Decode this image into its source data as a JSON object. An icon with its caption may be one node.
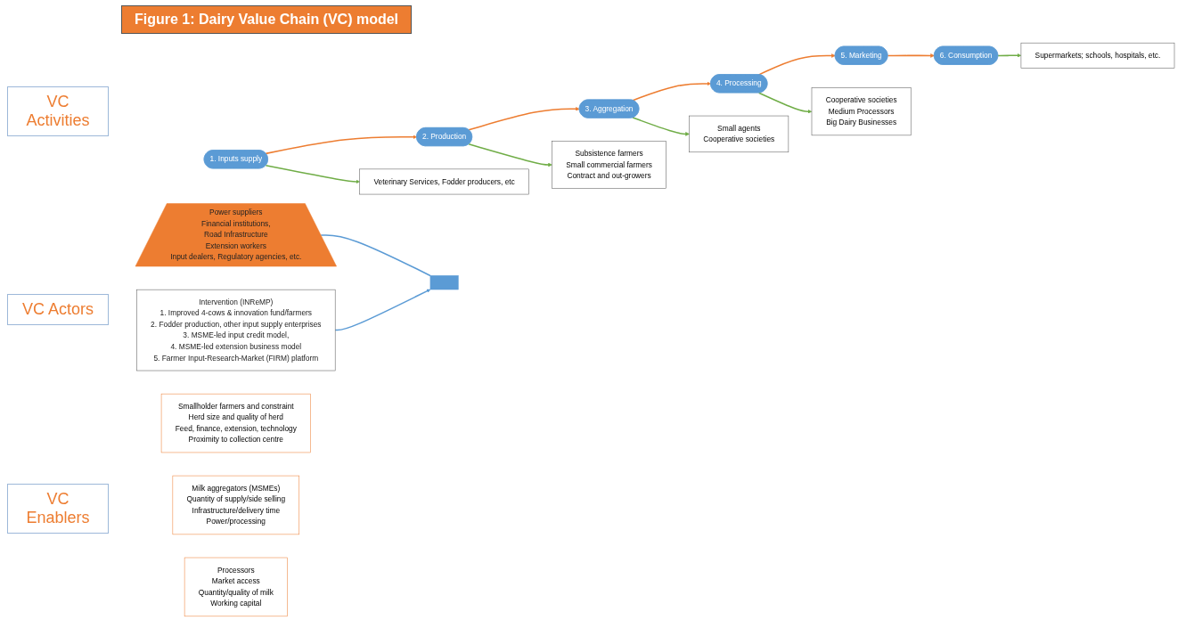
{
  "diagram": {
    "title": "Figure 1:  Dairy Value Chain (VC) model",
    "nodes": [
      {
        "text": [
          "1. Inputs supply"
        ]
      },
      {
        "text": [
          "2. Production"
        ]
      },
      {
        "text": [
          "3. Aggregation"
        ]
      },
      {
        "text": [
          "4. Processing"
        ]
      },
      {
        "text": [
          "5. Marketing"
        ]
      },
      {
        "text": [
          "6. Consumption"
        ]
      },
      {
        "text": [
          "Supermarkets; schools, hospitals, etc."
        ]
      },
      {
        "text": [
          "Veterinary Services, Fodder producers, etc"
        ]
      },
      {
        "text": [
          "Subsistence farmers",
          "Small commercial farmers",
          "Contract and out-growers"
        ]
      },
      {
        "text": [
          "Small agents",
          "Cooperative societies"
        ]
      },
      {
        "text": [
          "Cooperative societies",
          "Medium Processors",
          "Big Dairy Businesses"
        ]
      },
      {
        "text": [],
        "shape": "bar"
      },
      {
        "text": [
          "Power suppliers",
          "Financial institutions,",
          "Road Infrastructure",
          "Extension workers",
          "Input dealers, Regulatory agencies, etc."
        ]
      },
      {
        "text": [
          "Intervention (INReMP)",
          "1.  Improved 4-cows & innovation fund/farmers",
          "2.  Fodder production, other input supply enterprises",
          "3.  MSME-led input credit model,",
          "4.  MSME-led extension business model",
          "5.  Farmer Input-Research-Market (FIRM) platform"
        ]
      },
      {
        "text": [
          "Smallholder farmers and constraint",
          "Herd size and quality of herd",
          "Feed, finance, extension, technology",
          "Proximity to collection centre"
        ]
      },
      {
        "text": [
          "Milk aggregators (MSMEs)",
          "Quantity of supply/side selling",
          "Infrastructure/delivery time",
          "Power/processing"
        ]
      },
      {
        "text": [
          "Processors",
          "Market access",
          "Quantity/quality of milk",
          "Working capital"
        ]
      }
    ],
    "edges": [
      {
        "from": 0,
        "to": 1,
        "arrow": "to",
        "color": "#ed7d31"
      },
      {
        "from": 1,
        "to": 2,
        "arrow": "to",
        "color": "#ed7d31"
      },
      {
        "from": 2,
        "to": 3,
        "arrow": "to",
        "color": "#ed7d31"
      },
      {
        "from": 3,
        "to": 4,
        "arrow": "to",
        "color": "#ed7d31"
      },
      {
        "from": 4,
        "to": 5,
        "arrow": "to",
        "color": "#ed7d31"
      },
      {
        "from": 5,
        "to": 6,
        "arrow": "to",
        "color": "#70ad47"
      },
      {
        "from": 0,
        "to": 7,
        "arrow": "to",
        "color": "#70ad47"
      },
      {
        "from": 1,
        "to": 8,
        "arrow": "to",
        "color": "#70ad47"
      },
      {
        "from": 2,
        "to": 9,
        "arrow": "to",
        "color": "#70ad47"
      },
      {
        "from": 3,
        "to": 10,
        "arrow": "to",
        "color": "#70ad47"
      },
      {
        "from": 12,
        "to": 11,
        "arrow": "none",
        "color": "#5b9bd5"
      },
      {
        "from": 13,
        "to": 11,
        "arrow": "to",
        "color": "#5b9bd5"
      }
    ],
    "labels": [
      "VC Activities",
      "VC Actors",
      "VC Enablers"
    ]
  }
}
